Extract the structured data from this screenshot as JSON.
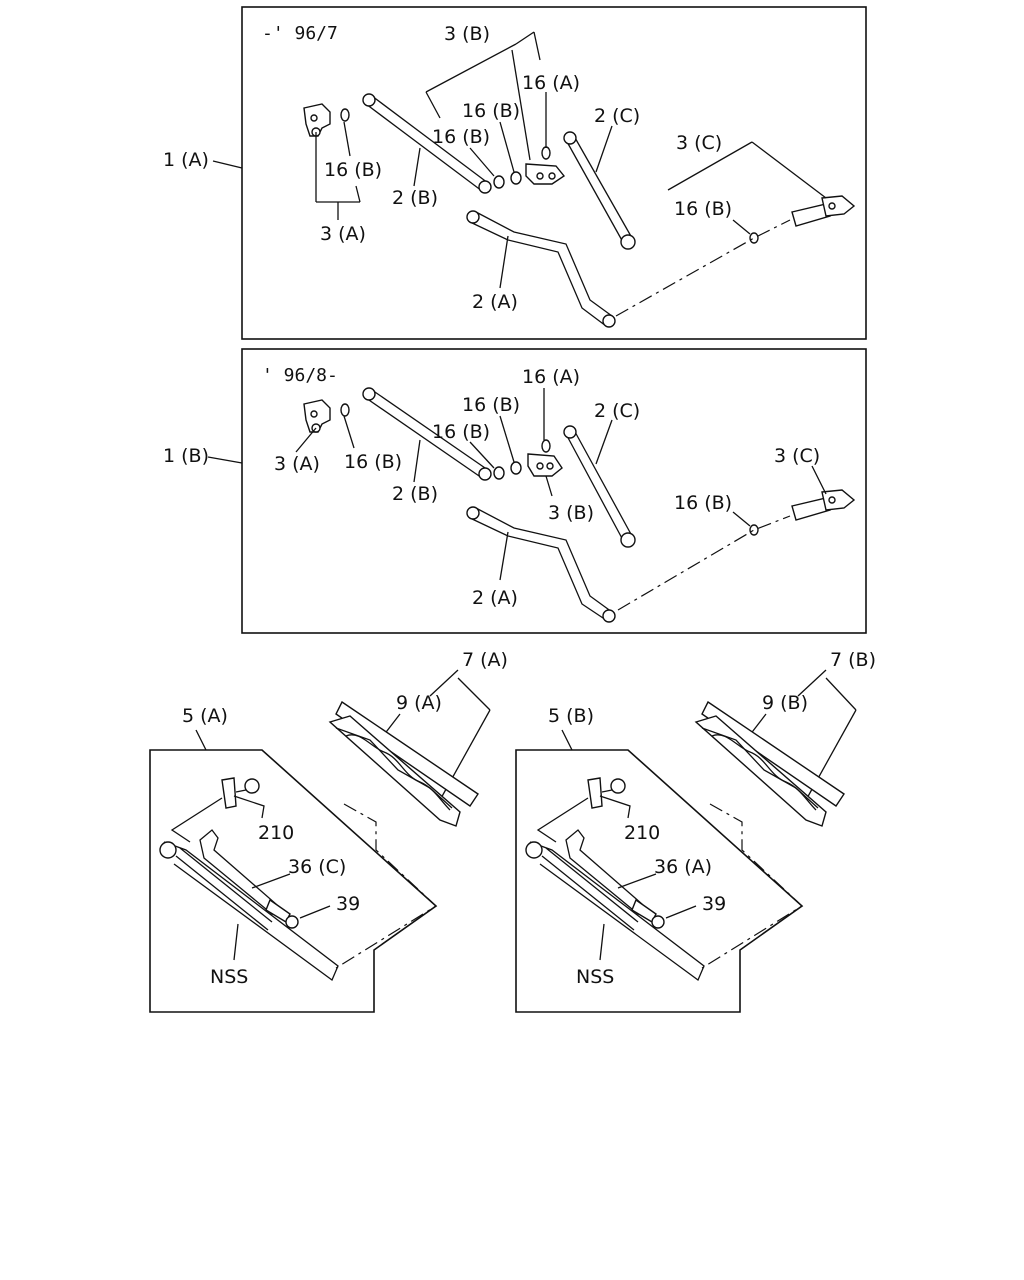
{
  "panel_top": {
    "caption": "-' 96/7",
    "assembly_label": "1 (A)",
    "labels": {
      "bracket_3B": "3 (B)",
      "washer_16A": "16 (A)",
      "washer_16B_upper": "16 (B)",
      "washer_16B_mid": "16 (B)",
      "rod_2C": "2 (C)",
      "bracket_3C": "3 (C)",
      "washer_16B_left": "16 (B)",
      "rod_2B": "2 (B)",
      "bracket_3A": "3 (A)",
      "washer_16B_right": "16 (B)",
      "rod_2A": "2 (A)"
    }
  },
  "panel_mid": {
    "caption": "' 96/8-",
    "assembly_label": "1 (B)",
    "labels": {
      "washer_16A": "16 (A)",
      "washer_16B_upper": "16 (B)",
      "rod_2C": "2 (C)",
      "washer_16B_mid": "16 (B)",
      "bracket_3A": "3 (A)",
      "washer_16B_left": "16 (B)",
      "rod_2B": "2 (B)",
      "bracket_3B": "3 (B)",
      "bracket_3C": "3 (C)",
      "washer_16B_right": "16 (B)",
      "rod_2A": "2 (A)"
    }
  },
  "arm_left": {
    "arm_label": "5 (A)",
    "blade_assy_label": "7 (A)",
    "blade_label": "9 (A)",
    "nut_label": "210",
    "rod_label": "36 (C)",
    "cap_label": "39",
    "nss_label": "NSS"
  },
  "arm_right": {
    "arm_label": "5 (B)",
    "blade_assy_label": "7 (B)",
    "blade_label": "9 (B)",
    "nut_label": "210",
    "rod_label": "36 (A)",
    "cap_label": "39",
    "nss_label": "NSS"
  }
}
